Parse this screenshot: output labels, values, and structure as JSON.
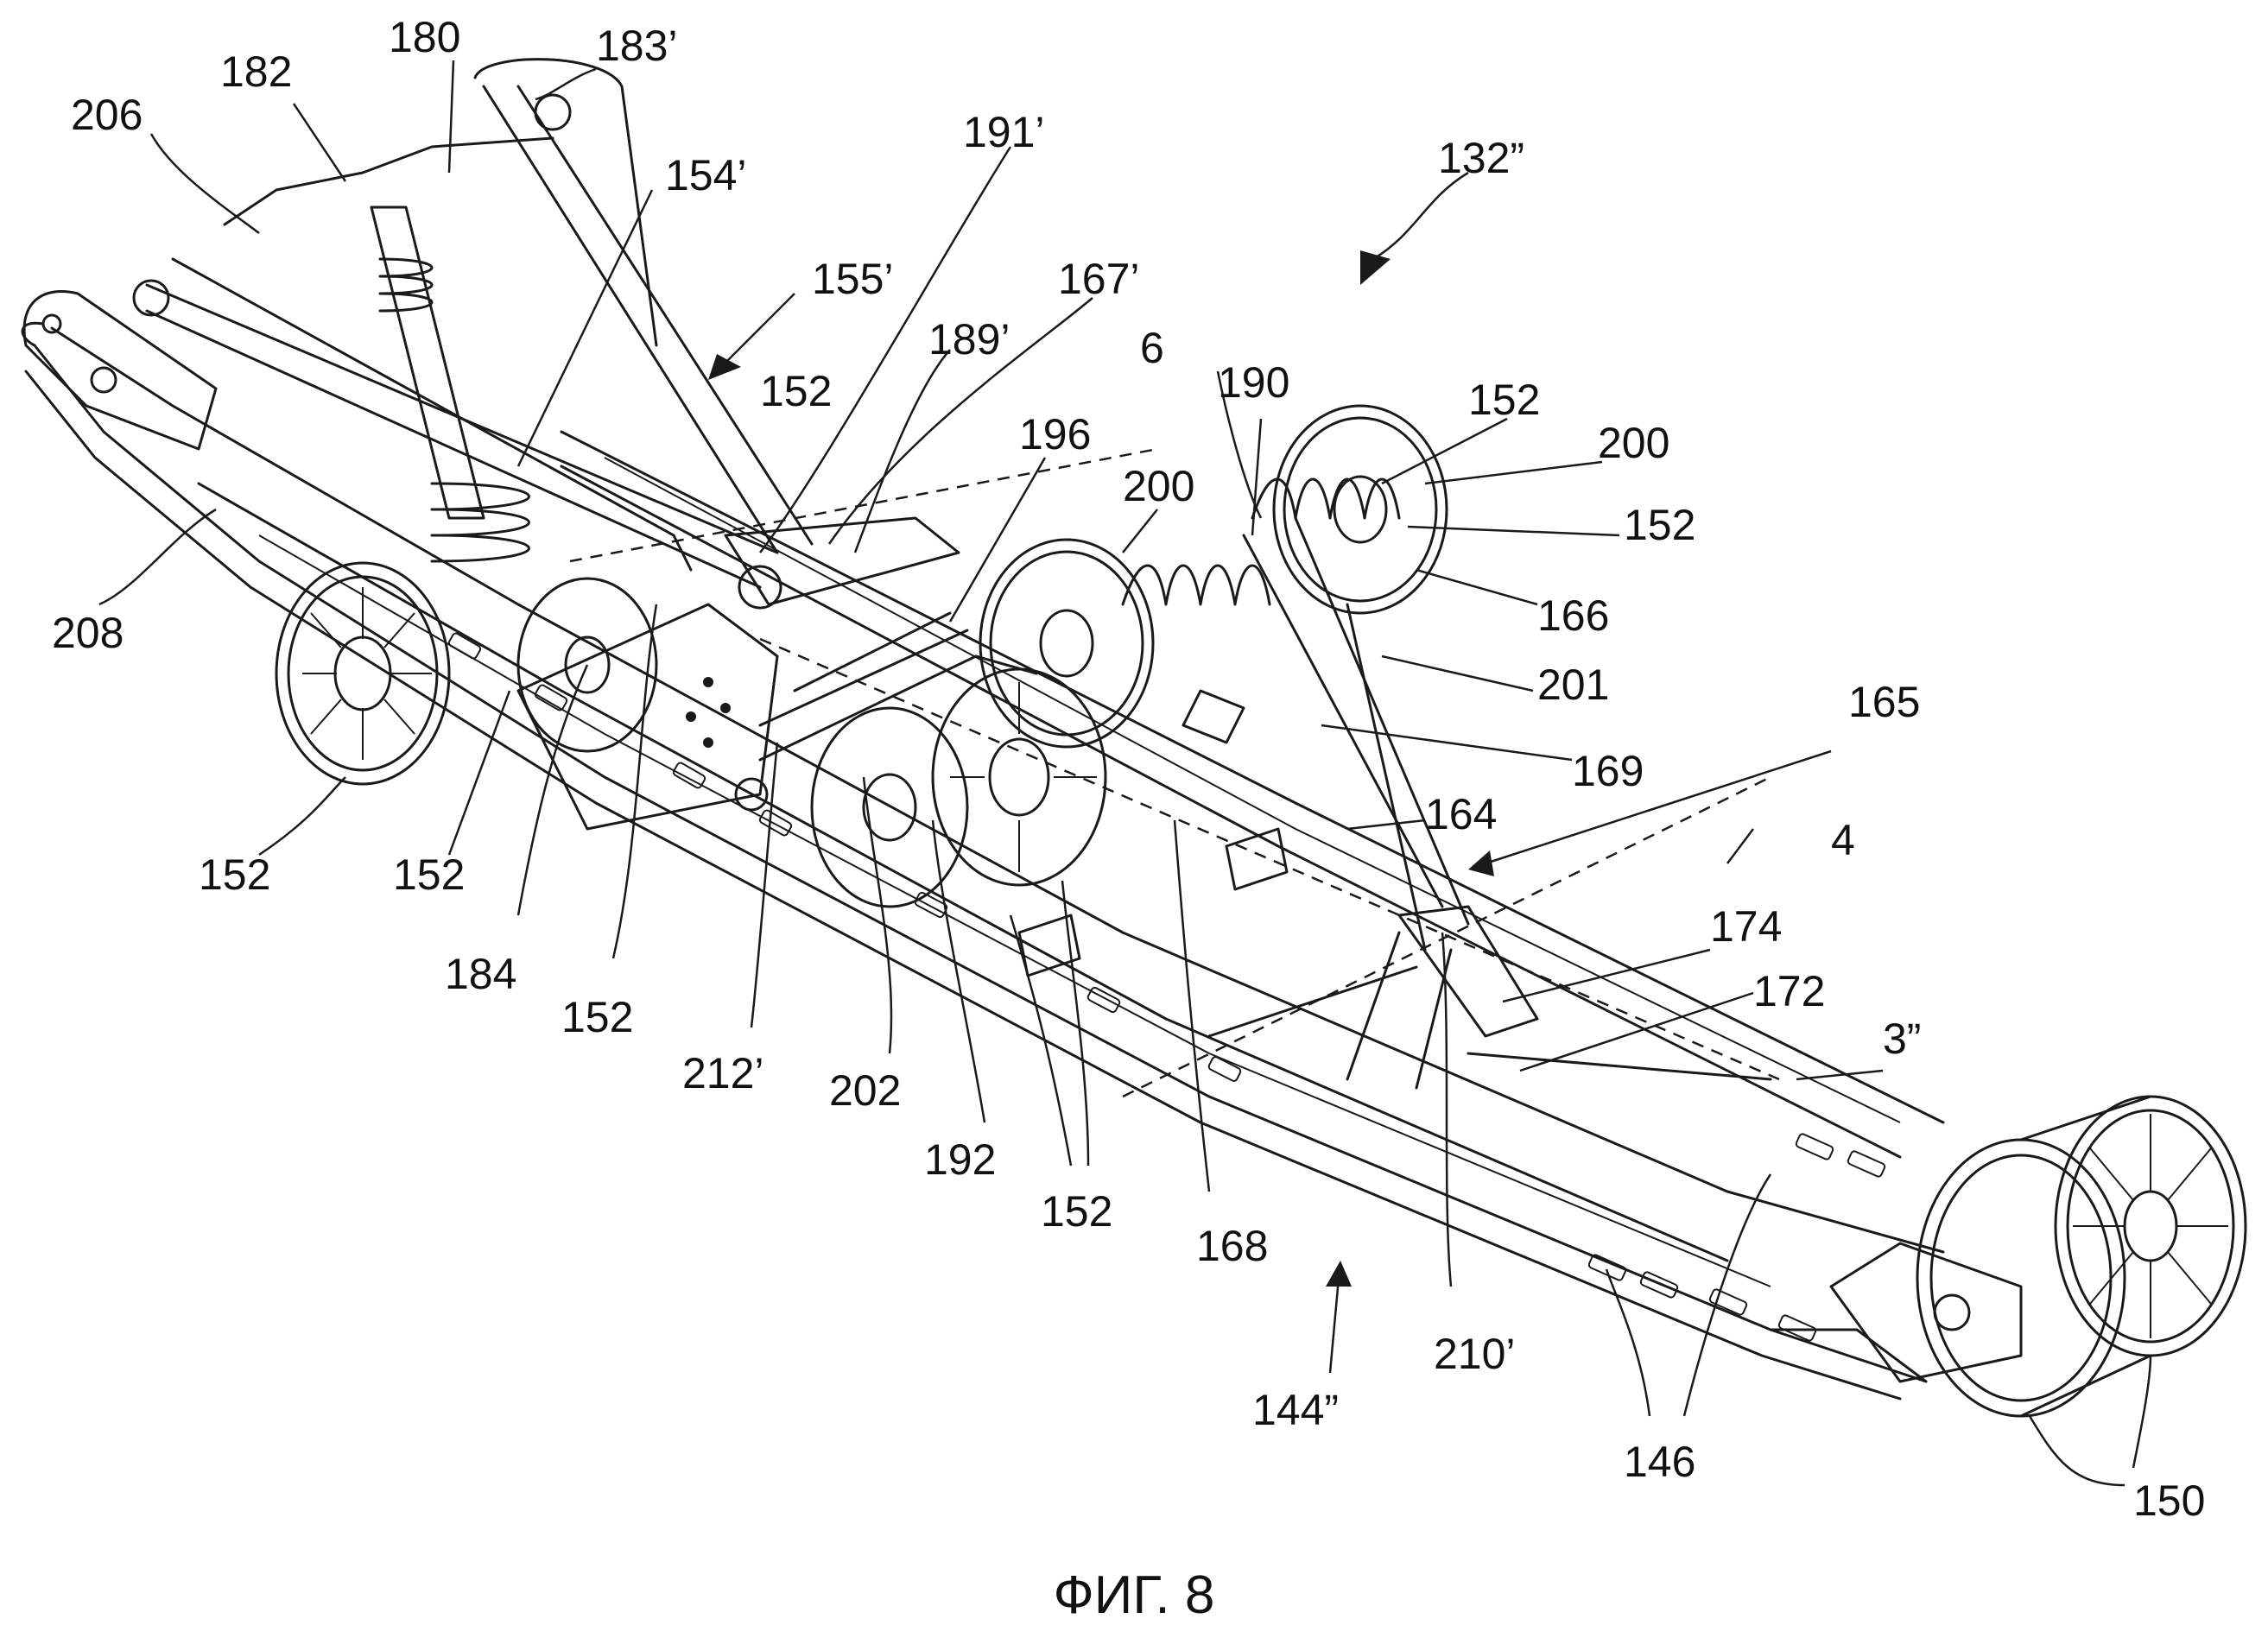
{
  "caption": "ФИГ. 8",
  "labels": {
    "l206": "206",
    "l182": "182",
    "l180": "180",
    "l183p": "183’",
    "l154p": "154’",
    "l191p": "191’",
    "l155p": "155’",
    "l167p": "167’",
    "l189p": "189’",
    "l152_a": "152",
    "l6": "6",
    "l196": "196",
    "l132pp": "132”",
    "l190": "190",
    "l152_b": "152",
    "l200_a": "200",
    "l200_b": "200",
    "l152_c": "152",
    "l166": "166",
    "l201": "201",
    "l165": "165",
    "l169": "169",
    "l164": "164",
    "l4": "4",
    "l208": "208",
    "l174": "174",
    "l172": "172",
    "l3pp": "3”",
    "l152_d": "152",
    "l152_e": "152",
    "l184": "184",
    "l152_f": "152",
    "l212p": "212’",
    "l202": "202",
    "l192": "192",
    "l152_g": "152",
    "l168": "168",
    "l144pp": "144”",
    "l210p": "210’",
    "l146": "146",
    "l150": "150"
  }
}
